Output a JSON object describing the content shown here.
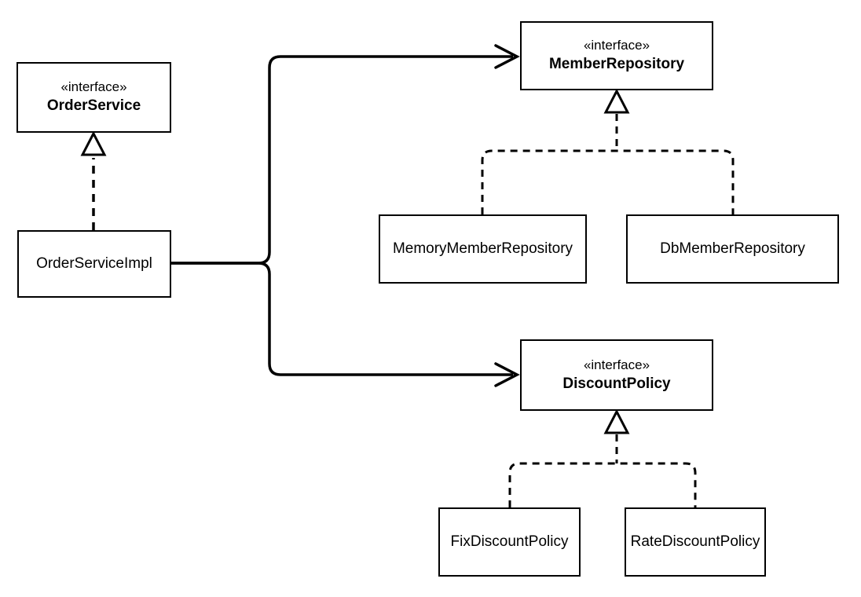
{
  "diagram_type": "uml-class-diagram",
  "colors": {
    "background": "#ffffff",
    "line": "#000000",
    "box_fill": "#ffffff",
    "text": "#000000"
  },
  "nodes": {
    "order_service": {
      "stereotype": "«interface»",
      "name": "OrderService"
    },
    "order_service_impl": {
      "name": "OrderServiceImpl"
    },
    "member_repository": {
      "stereotype": "«interface»",
      "name": "MemberRepository"
    },
    "memory_member_repository": {
      "name": "MemoryMemberRepository"
    },
    "db_member_repository": {
      "name": "DbMemberRepository"
    },
    "discount_policy": {
      "stereotype": "«interface»",
      "name": "DiscountPolicy"
    },
    "fix_discount_policy": {
      "name": "FixDiscountPolicy"
    },
    "rate_discount_policy": {
      "name": "RateDiscountPolicy"
    }
  },
  "relationships": [
    {
      "type": "realization",
      "from": "OrderServiceImpl",
      "to": "OrderService",
      "line": "dashed",
      "head": "hollow-triangle"
    },
    {
      "type": "realization",
      "from": "MemoryMemberRepository",
      "to": "MemberRepository",
      "line": "dashed",
      "head": "hollow-triangle"
    },
    {
      "type": "realization",
      "from": "DbMemberRepository",
      "to": "MemberRepository",
      "line": "dashed",
      "head": "hollow-triangle"
    },
    {
      "type": "realization",
      "from": "FixDiscountPolicy",
      "to": "DiscountPolicy",
      "line": "dashed",
      "head": "hollow-triangle"
    },
    {
      "type": "realization",
      "from": "RateDiscountPolicy",
      "to": "DiscountPolicy",
      "line": "dashed",
      "head": "hollow-triangle"
    },
    {
      "type": "association",
      "from": "OrderServiceImpl",
      "to": "MemberRepository",
      "line": "solid",
      "head": "open-arrow"
    },
    {
      "type": "association",
      "from": "OrderServiceImpl",
      "to": "DiscountPolicy",
      "line": "solid",
      "head": "open-arrow"
    }
  ]
}
